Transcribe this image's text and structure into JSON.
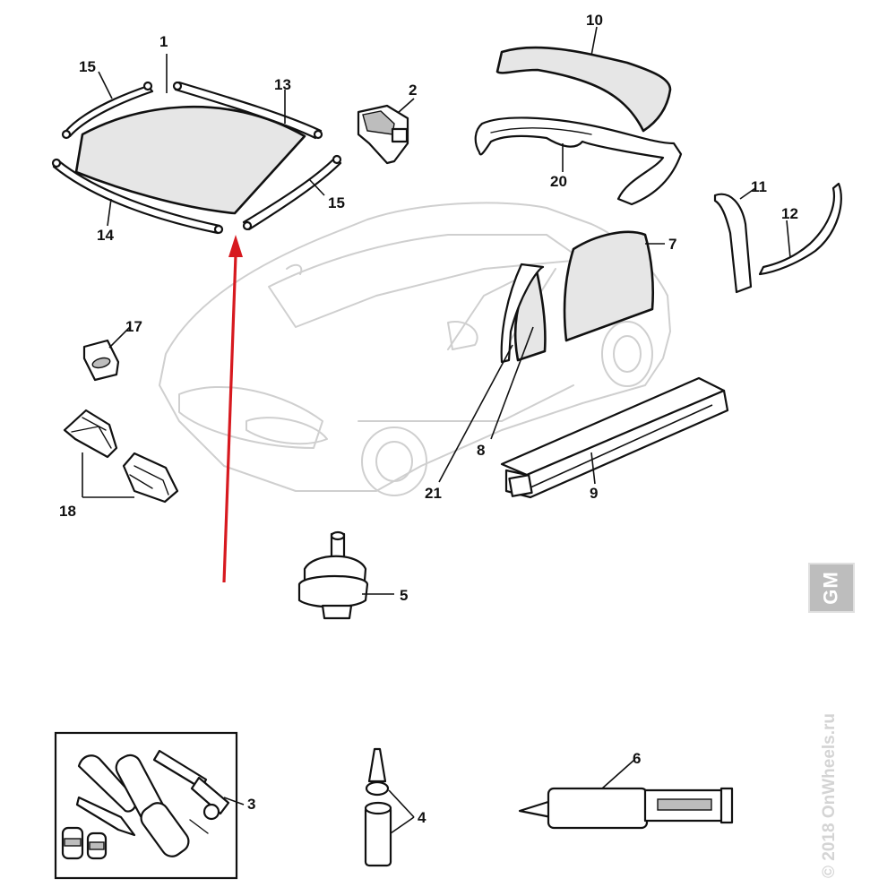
{
  "callouts": [
    "1",
    "2",
    "3",
    "4",
    "5",
    "6",
    "7",
    "8",
    "9",
    "10",
    "11",
    "12",
    "13",
    "14",
    "15",
    "15",
    "17",
    "18",
    "20",
    "21"
  ],
  "accent_color": "#d7191f",
  "badge": {
    "text": "GM"
  },
  "watermark": {
    "text": "© 2018 OnWheels.ru"
  }
}
